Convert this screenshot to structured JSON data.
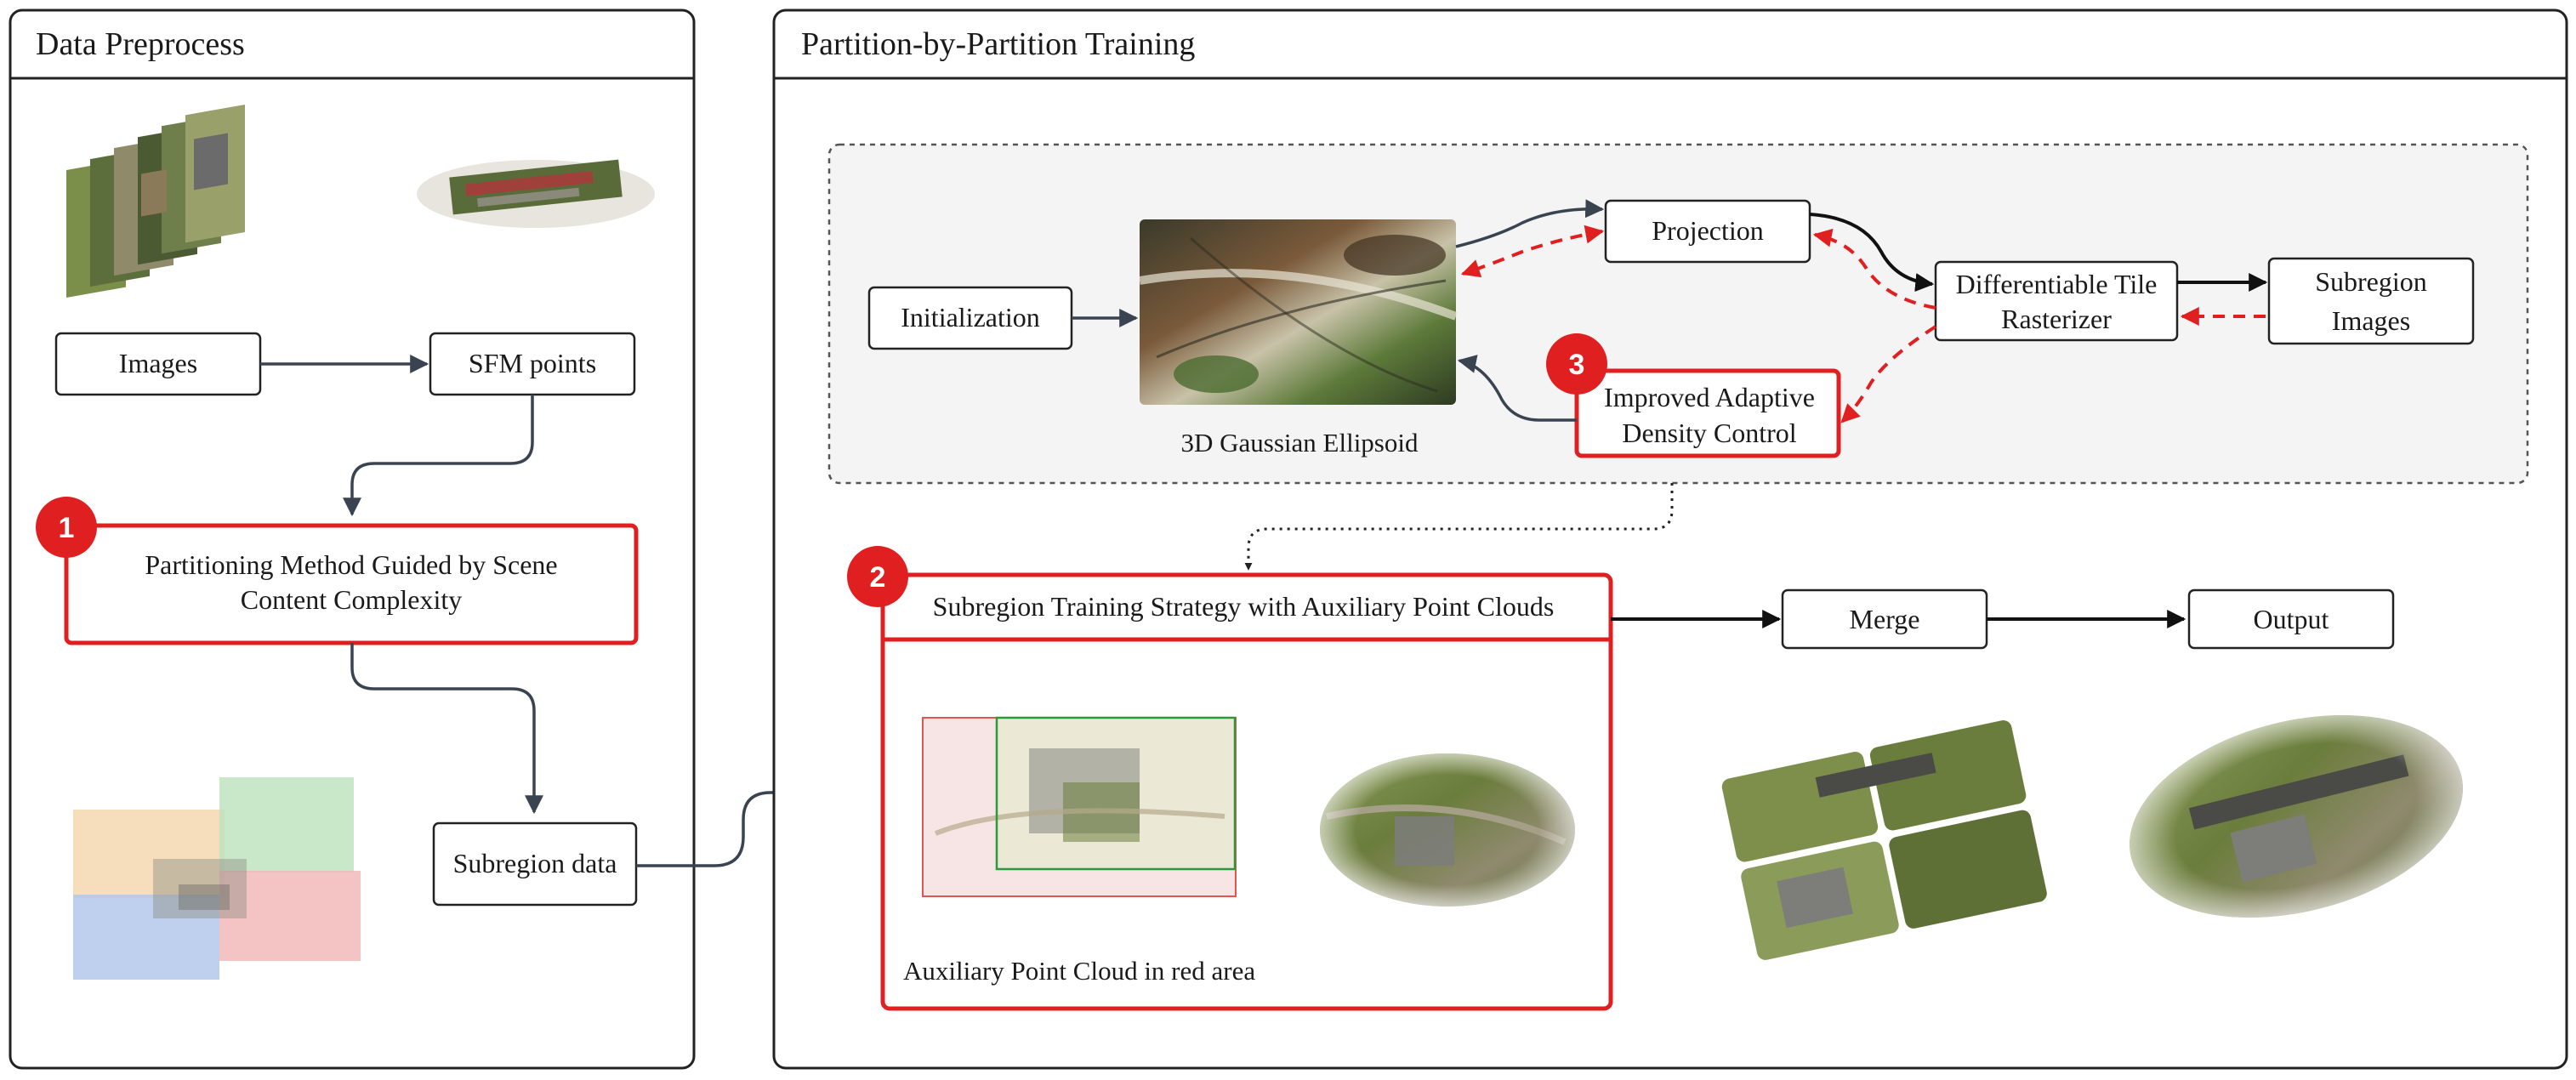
{
  "panels": {
    "preprocess_title": "Data Preprocess",
    "training_title": "Partition-by-Partition Training"
  },
  "nodes": {
    "images": "Images",
    "sfm_points": "SFM points",
    "partitioning": [
      "Partitioning Method Guided by Scene",
      "Content Complexity"
    ],
    "subregion_data": "Subregion data",
    "initialization": "Initialization",
    "projection": "Projection",
    "rasterizer": [
      "Differentiable Tile",
      "Rasterizer"
    ],
    "subregion_images": [
      "Subregion",
      "Images"
    ],
    "density_control": [
      "Improved Adaptive",
      "Density Control"
    ],
    "gaussian_caption": "3D Gaussian Ellipsoid",
    "training_strategy": "Subregion Training Strategy with Auxiliary Point Clouds",
    "auxiliary_caption": "Auxiliary Point Cloud in red area",
    "merge": "Merge",
    "output": "Output"
  },
  "badges": [
    "1",
    "2",
    "3"
  ],
  "colors": {
    "highlight_red": "#e02020",
    "frame": "#222222",
    "partition_orange": "#f5d8b0",
    "partition_green": "#bfe3bf",
    "partition_blue": "#b3c8ea",
    "partition_red": "#f2b8b8"
  }
}
